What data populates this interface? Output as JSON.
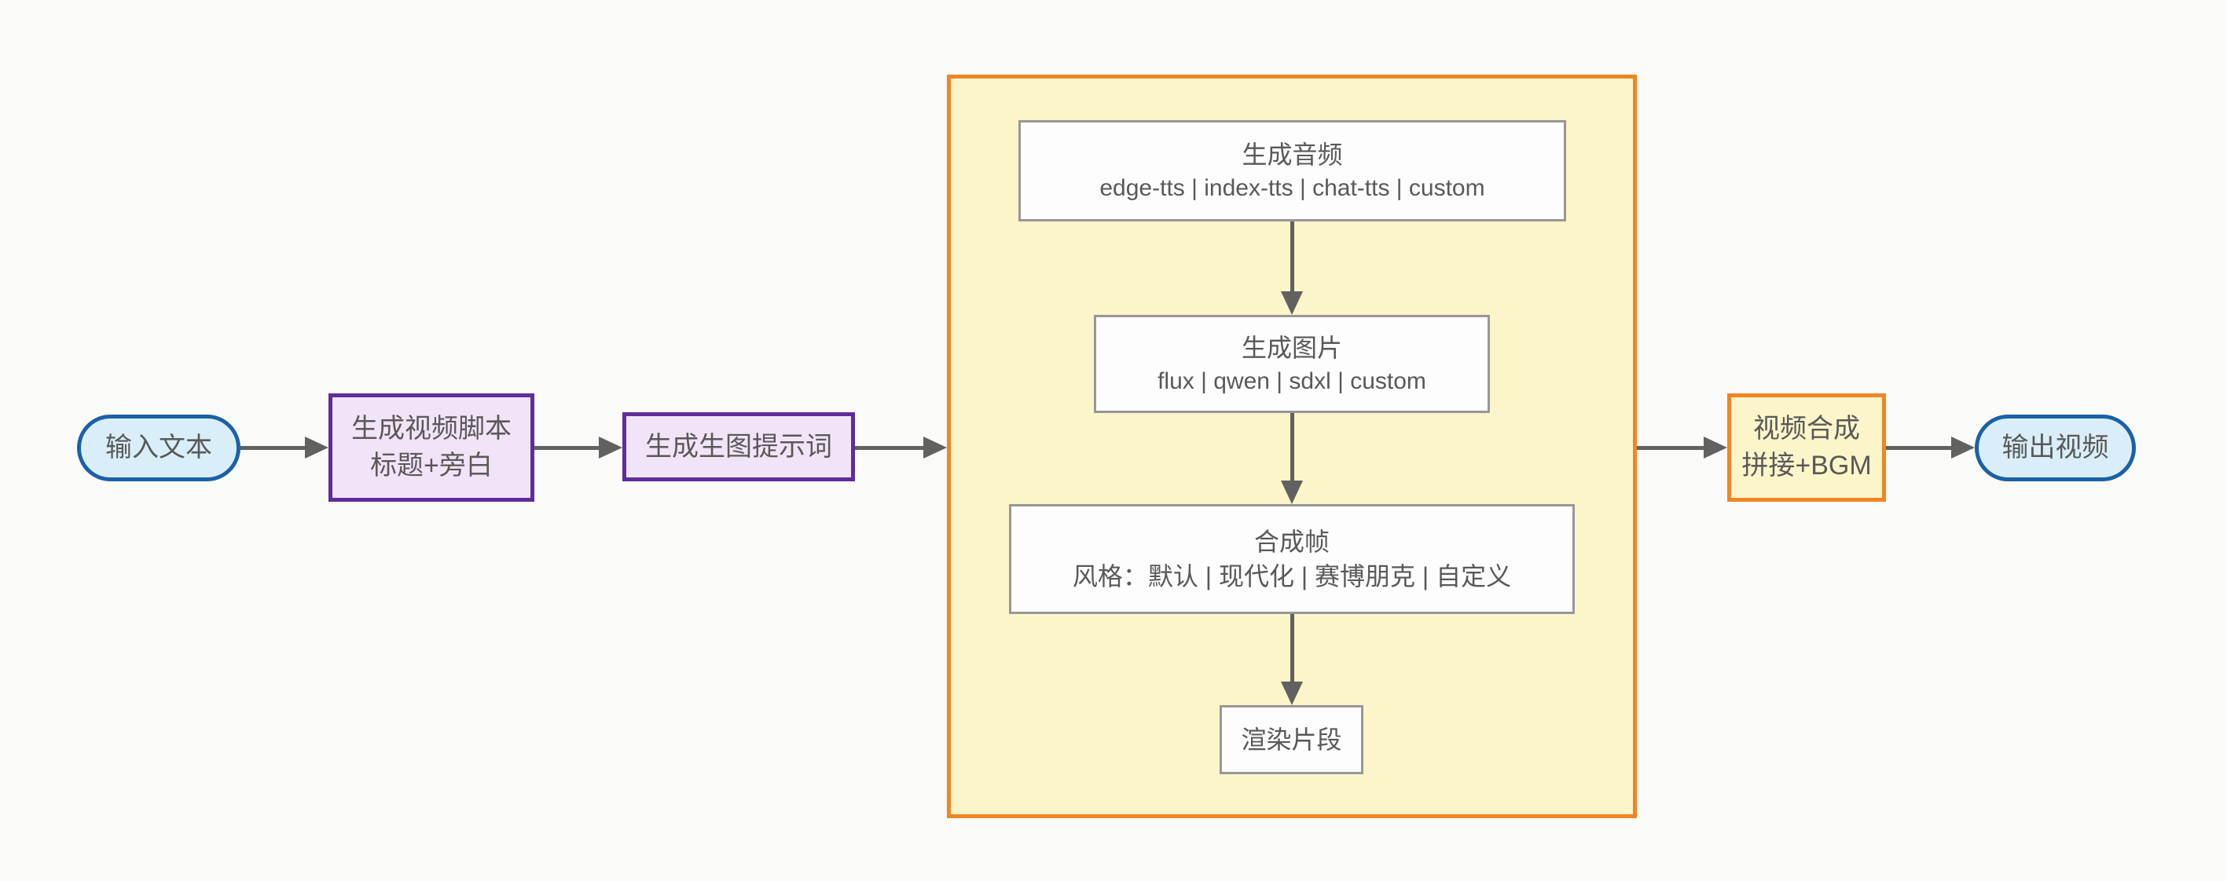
{
  "diagram": {
    "nodes": {
      "input": {
        "label": "输入文本"
      },
      "script": {
        "line1": "生成视频脚本",
        "line2": "标题+旁白"
      },
      "prompt": {
        "label": "生成生图提示词"
      },
      "audio": {
        "line1": "生成音频",
        "line2": "edge-tts | index-tts | chat-tts | custom"
      },
      "image": {
        "line1": "生成图片",
        "line2": "flux | qwen | sdxl | custom"
      },
      "frame": {
        "line1": "合成帧",
        "line2": "风格：默认 | 现代化 | 赛博朋克 | 自定义"
      },
      "render": {
        "label": "渲染片段"
      },
      "compose": {
        "line1": "视频合成",
        "line2": "拼接+BGM"
      },
      "output": {
        "label": "输出视频"
      }
    }
  },
  "colors": {
    "canvas-bg": "#fafaf8",
    "text": "#595959",
    "arrow": "#616161",
    "stadium-fill": "#d9eef9",
    "stadium-border": "#1a61a7",
    "purple-fill": "#f2e4f8",
    "purple-border": "#5f2c9b",
    "yellow-fill": "#fbf5c9",
    "orange-border": "#f28522",
    "white-fill": "#fdfdfd",
    "gray-border": "#979797"
  }
}
